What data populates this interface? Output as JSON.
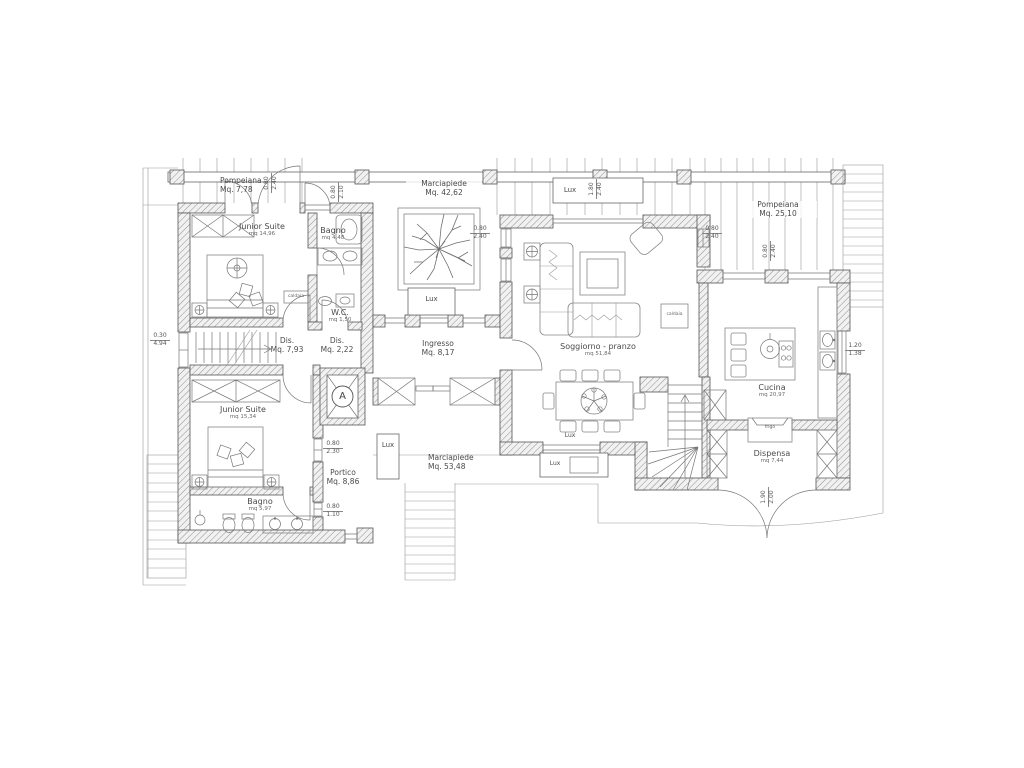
{
  "drawing_type": "architectural floor plan",
  "colors": {
    "background": "#ffffff",
    "wall_outline": "#555555",
    "wall_hatch": "#8f8f8f",
    "thin_lines": "#9a9a9a",
    "text": "#4a4a4a"
  },
  "rooms": {
    "pompeiana_left": {
      "name": "Pompeiana",
      "area": "Mq. 7,78"
    },
    "marciapiede_top": {
      "name": "Marciapiede",
      "area": "Mq. 42,62"
    },
    "pompeiana_right": {
      "name": "Pompeiana",
      "area": "Mq. 25,10"
    },
    "junior_suite_top": {
      "name": "Junior Suite",
      "area": "mq 14,96"
    },
    "bagno_top": {
      "name": "Bagno",
      "area": "mq 4,48"
    },
    "wc": {
      "name": "W.C.",
      "area": "mq 1,50"
    },
    "dis_large": {
      "name": "Dis.",
      "area": "Mq. 7,93"
    },
    "dis_small": {
      "name": "Dis.",
      "area": "Mq. 2,22"
    },
    "ingresso": {
      "name": "Ingresso",
      "area": "Mq. 8,17"
    },
    "soggiorno": {
      "name": "Soggiorno - pranzo",
      "area": "mq 51,84"
    },
    "cucina": {
      "name": "Cucina",
      "area": "mq 20,97"
    },
    "dispensa": {
      "name": "Dispensa",
      "area": "mq 7,44"
    },
    "junior_suite_bottom": {
      "name": "Junior Suite",
      "area": "mq 15,34"
    },
    "bagno_bottom": {
      "name": "Bagno",
      "area": "mq 5,97"
    },
    "portico": {
      "name": "Portico",
      "area": "Mq. 8,86"
    },
    "marciapiede_bottom": {
      "name": "Marciapiede",
      "area": "Mq. 53,48"
    }
  },
  "annotations": {
    "lux": "Lux",
    "frigo": "frigo",
    "caldaia": "caldaia",
    "section_marker": "A"
  },
  "dimensions": {
    "left_wall_window": {
      "w": "0.30",
      "h": "4.94"
    },
    "soggiorno_west_window": {
      "w": "0.80",
      "h": "2.40"
    },
    "soggiorno_east_window": {
      "w": "0.80",
      "h": "2.40"
    },
    "junior_suite_bottom_window": {
      "w": "0.80",
      "h": "2.30"
    },
    "bagno_bottom_window": {
      "w": "0.80",
      "h": "1.10"
    },
    "cucina_window": {
      "w": "1.20",
      "h": "1.38"
    },
    "lux_skylight": {
      "w": "1.80",
      "h": "2.40"
    },
    "pergola_left_door": {
      "w": "0.80",
      "h": "2.40"
    },
    "bagno_top_window": {
      "w": "0.80",
      "h": "2.10"
    },
    "pergola_right_door": {
      "w": "0.80",
      "h": "2.40"
    },
    "south_double_door": {
      "w": "1.90",
      "h": "2.00"
    }
  }
}
